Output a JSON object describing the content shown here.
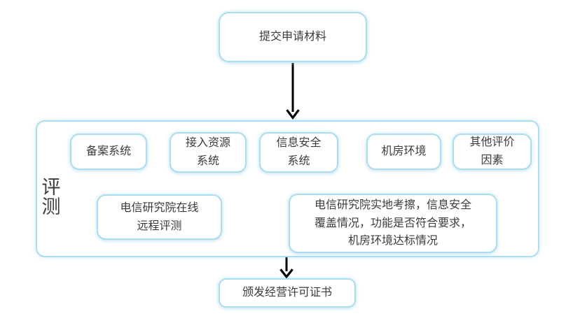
{
  "diagram": {
    "type": "flowchart",
    "stage_label": "评测",
    "nodes": {
      "start": {
        "label": "提交申请材料"
      },
      "inputs": [
        {
          "id": "filing-system",
          "label": "备案系统"
        },
        {
          "id": "access-resource-system",
          "label": "接入资源\n系统"
        },
        {
          "id": "info-security-system",
          "label": "信息安全\n系统"
        },
        {
          "id": "server-room-environment",
          "label": "机房环境"
        },
        {
          "id": "other-evaluation-factors",
          "label": "其他评价\n因素"
        }
      ],
      "left_result": {
        "label": "电信研究院在线\n远程评测"
      },
      "right_result": {
        "label": "电信研究院实地考擦，信息安全\n覆盖情况，功能是否符合要求，\n机房环境达标情况"
      },
      "end": {
        "label": "颁发经营许可证书"
      }
    },
    "edges": [
      "start -> evaluation-group",
      "filing-system + access-resource-system -> left_result",
      "info-security-system + server-room-environment -> right_result",
      "evaluation-group -> end"
    ],
    "colors": {
      "box_border": "#a9def2",
      "text": "#3b3b3b",
      "arrow": "#000000",
      "background": "#ffffff"
    }
  }
}
